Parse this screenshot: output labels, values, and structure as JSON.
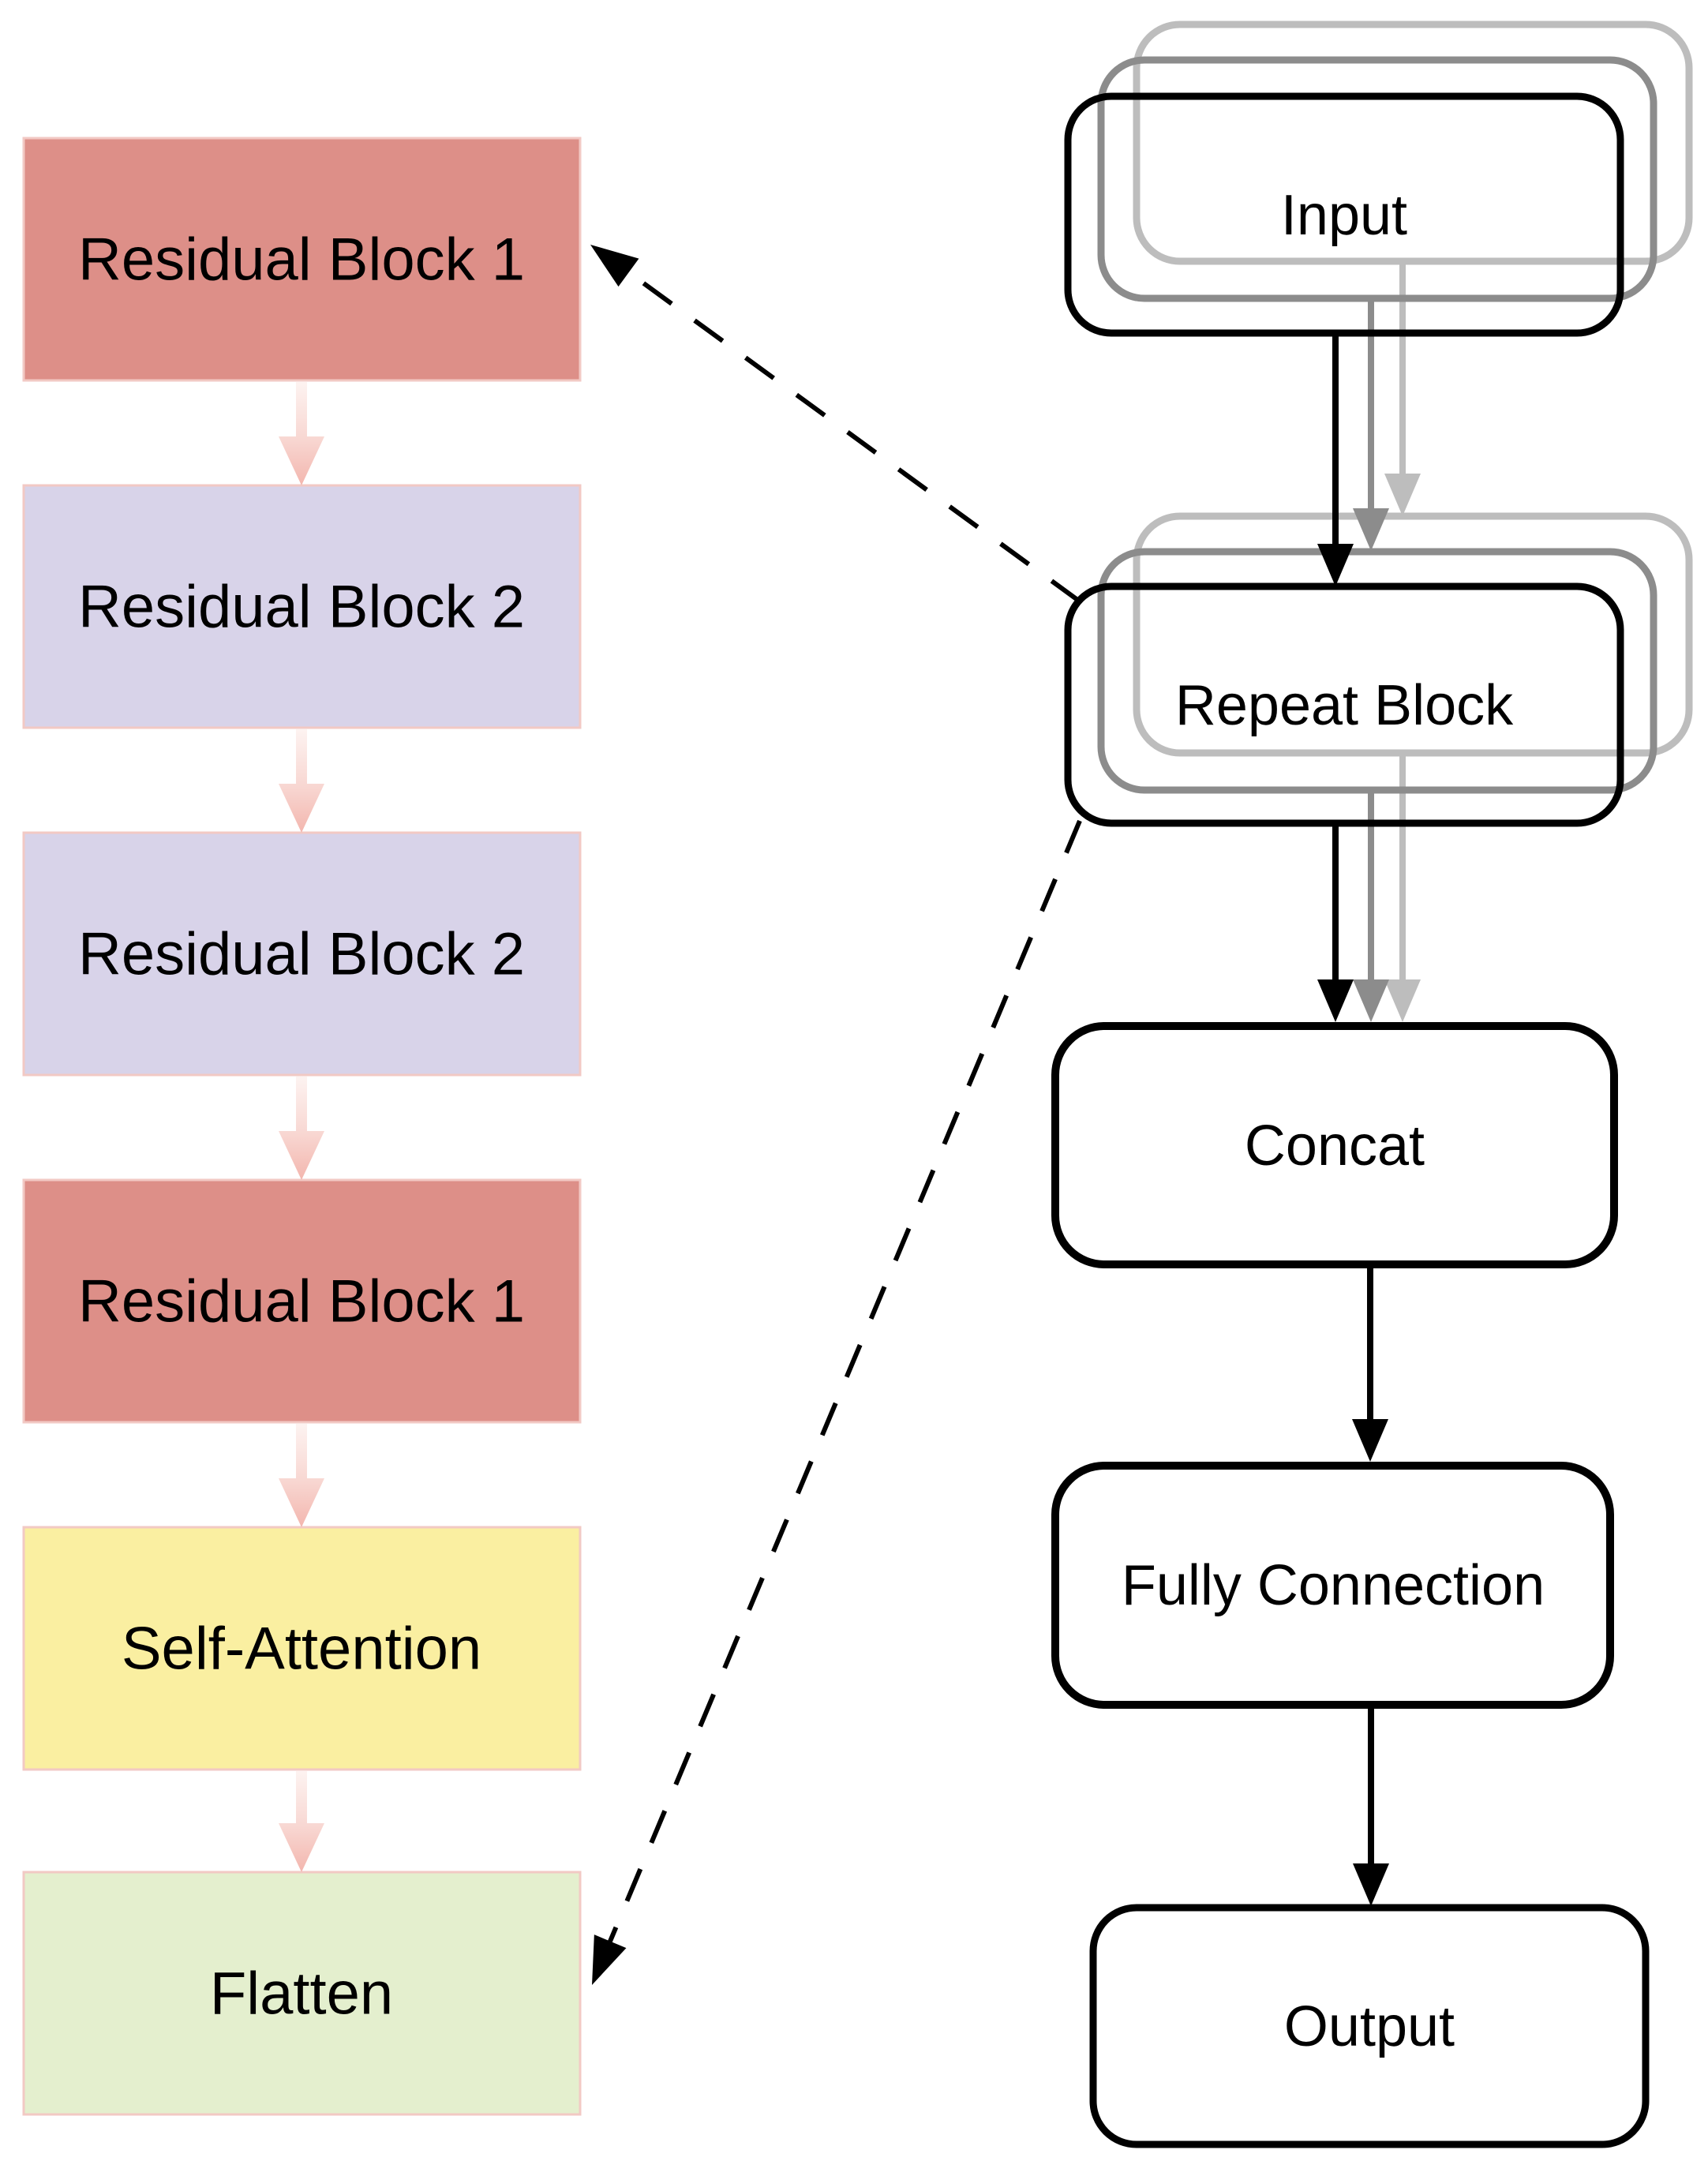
{
  "colors": {
    "residual-block-1": "#DD8F88",
    "residual-block-2": "#D8D3E9",
    "self-attention": "#FAEFA1",
    "flatten": "#E4EFCE",
    "left-block-edge": "#F2C9C4",
    "pink-arrow-light": "#FDF3F1",
    "pink-arrow-mid": "#F8D7D2",
    "pink-arrow-dark": "#F3B6AE",
    "node-border": "#000000",
    "repeat-copy-mid": "#8C8C8C",
    "repeat-copy-light": "#BDBDBD"
  },
  "left_column": {
    "blocks": [
      {
        "label": "Residual Block 1",
        "type": "residual-1"
      },
      {
        "label": "Residual Block 2",
        "type": "residual-2"
      },
      {
        "label": "Residual Block 2",
        "type": "residual-2"
      },
      {
        "label": "Residual Block 1",
        "type": "residual-1"
      },
      {
        "label": "Self-Attention",
        "type": "self-attention"
      },
      {
        "label": "Flatten",
        "type": "flatten"
      }
    ]
  },
  "right_column": {
    "nodes": [
      {
        "label": "Input",
        "stacked_copies": 3
      },
      {
        "label": "Repeat Block",
        "stacked_copies": 3
      },
      {
        "label": "Concat",
        "stacked_copies": 1
      },
      {
        "label": "Fully Connection",
        "stacked_copies": 1
      },
      {
        "label": "Output",
        "stacked_copies": 1
      }
    ]
  },
  "edges": [
    {
      "from": "Residual Block 1",
      "to": "Residual Block 2",
      "style": "pink-arrow"
    },
    {
      "from": "Residual Block 2",
      "to": "Residual Block 2",
      "style": "pink-arrow"
    },
    {
      "from": "Residual Block 2",
      "to": "Residual Block 1",
      "style": "pink-arrow"
    },
    {
      "from": "Residual Block 1",
      "to": "Self-Attention",
      "style": "pink-arrow"
    },
    {
      "from": "Self-Attention",
      "to": "Flatten",
      "style": "pink-arrow"
    },
    {
      "from": "Input",
      "to": "Repeat Block",
      "style": "triple-solid-arrow"
    },
    {
      "from": "Repeat Block",
      "to": "Concat",
      "style": "triple-solid-arrow"
    },
    {
      "from": "Concat",
      "to": "Fully Connection",
      "style": "solid-arrow"
    },
    {
      "from": "Fully Connection",
      "to": "Output",
      "style": "solid-arrow"
    },
    {
      "from": "Repeat Block",
      "to": "Residual Block 1",
      "style": "dashed-arrow"
    },
    {
      "from": "Repeat Block",
      "to": "Flatten",
      "style": "dashed-arrow"
    }
  ]
}
